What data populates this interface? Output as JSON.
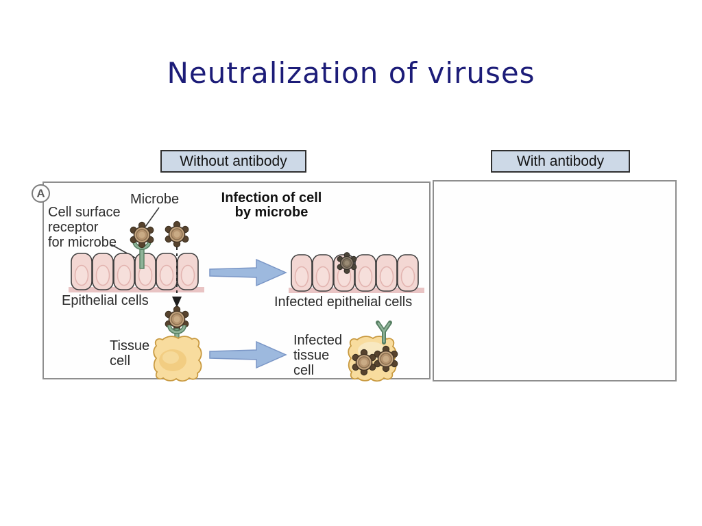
{
  "slide": {
    "title": "Neutralization of viruses",
    "title_color": "#1c1c78",
    "background": "#ffffff"
  },
  "headers": {
    "without_label": "Without antibody",
    "with_label": "With antibody",
    "box_bg": "#cdd9e7",
    "box_border": "#2f2f2f"
  },
  "panel": {
    "letter": "A"
  },
  "diagram": {
    "labels": {
      "microbe": "Microbe",
      "receptor_line1": "Cell surface",
      "receptor_line2": "receptor",
      "receptor_line3": "for microbe",
      "infection_line1": "Infection of cell",
      "infection_line2": "by microbe",
      "epithelial_cells": "Epithelial cells",
      "infected_epithelial_cells": "Infected epithelial cells",
      "tissue_line1": "Tissue",
      "tissue_line2": "cell",
      "infected_tissue_line1": "Infected",
      "infected_tissue_line2": "tissue",
      "infected_tissue_line3": "cell"
    },
    "colors": {
      "epithelial_cell_fill": "#f3d7d3",
      "epithelial_cell_stroke": "#3f3f3f",
      "nucleus_fill": "#f6dfdb",
      "nucleus_stroke": "#e2b4b0",
      "row_shadow": "#e9c4c4",
      "tissue_cell_fill": "#f8dc9e",
      "tissue_cell_stroke": "#c8993f",
      "tissue_nucleus_fill": "#f2cd82",
      "microbe_body": "#c2a37e",
      "microbe_knob": "#57432e",
      "gray_microbe_body": "#8f8070",
      "receptor_green": "#8fb398",
      "receptor_stroke": "#547d60",
      "arrow_fill": "#9db9de",
      "arrow_stroke": "#7a96c6"
    }
  }
}
